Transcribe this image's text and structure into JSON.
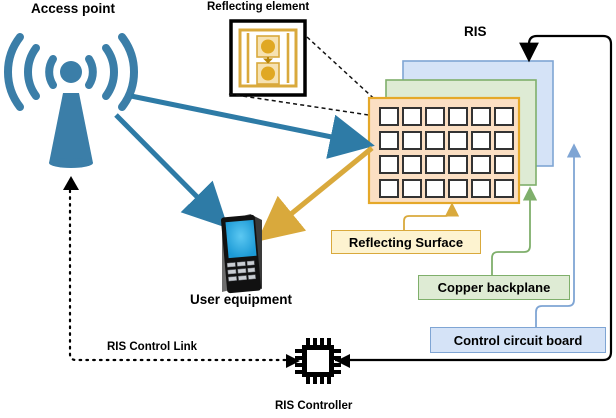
{
  "figure": {
    "labels": {
      "access_point": "Access point",
      "reflecting_element": "Reflecting element",
      "ris_title": "RIS",
      "user_equipment": "User equipment",
      "ris_controller": "RIS Controller",
      "ris_control_link": "RIS Control Link"
    },
    "callouts": [
      {
        "id": "reflecting-surface",
        "text": "Reflecting Surface",
        "fill": "#FDF3D0",
        "stroke": "#D9A93C"
      },
      {
        "id": "copper-backplane",
        "text": "Copper backplane",
        "fill": "#DEEBD4",
        "stroke": "#7FAF6B"
      },
      {
        "id": "control-circuit-board",
        "text": "Control circuit board",
        "fill": "#D5E3F7",
        "stroke": "#7FA5D4"
      }
    ],
    "ris_layers": [
      {
        "id": "control-circuit-board-layer",
        "name": "Control circuit board",
        "fill": "#D5E3F7",
        "stroke": "#7FA5D4"
      },
      {
        "id": "copper-backplane-layer",
        "name": "Copper backplane",
        "fill": "#DEEBD4",
        "stroke": "#7FAF6B"
      },
      {
        "id": "reflecting-surface-layer",
        "name": "Reflecting Surface",
        "fill": "#FBDFC3",
        "stroke": "#E5A829"
      }
    ],
    "element_grid": {
      "columns": 6,
      "rows": 4,
      "count": 24,
      "cell_fill": "#FFFFFF",
      "cell_stroke": "#333333"
    },
    "colors": {
      "antenna_blue": "#3B7EA8",
      "incident_beam": "#2E7BA6",
      "reflected_beam": "#D9A93C",
      "controller_black": "#000000",
      "phone_screen": "#29ABE2"
    },
    "beams": [
      {
        "id": "ap-to-ris",
        "from": "Access point",
        "to": "RIS",
        "color": "#2E7BA6"
      },
      {
        "id": "ap-to-ue",
        "from": "Access point",
        "to": "User equipment",
        "color": "#2E7BA6"
      },
      {
        "id": "ris-to-ue",
        "from": "RIS",
        "to": "User equipment",
        "color": "#D9A93C"
      }
    ],
    "control_links": [
      {
        "id": "controller-to-ap",
        "from": "RIS Controller",
        "to": "Access point",
        "style": "dotted"
      },
      {
        "id": "controller-to-ris",
        "from": "RIS Controller",
        "to": "RIS",
        "style": "solid"
      }
    ]
  }
}
